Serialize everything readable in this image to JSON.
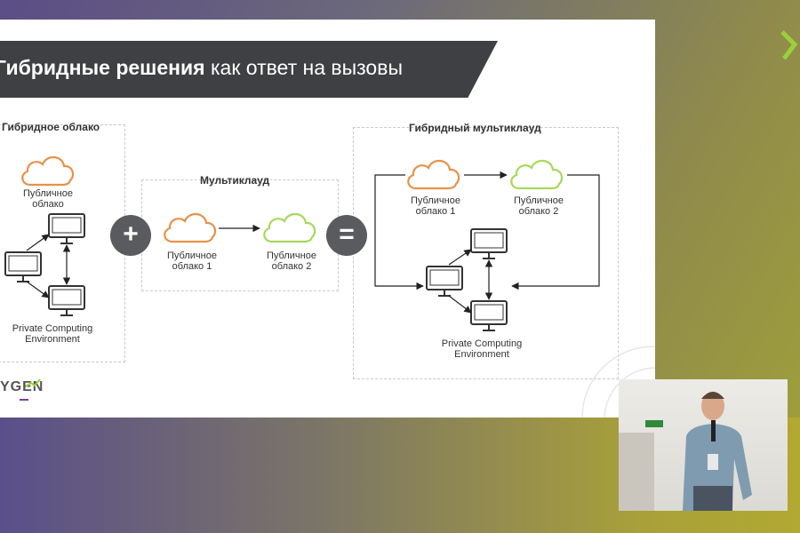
{
  "slide": {
    "title_bold": "Гибридные решения",
    "title_rest": " как ответ на вызовы",
    "logo_text": "YGEN"
  },
  "hybrid_cloud": {
    "title": "Гибридное облако",
    "cloud_label_1": "Публичное",
    "cloud_label_2": "облако",
    "env_label_1": "Private Computing",
    "env_label_2": "Environment"
  },
  "operators": {
    "plus": "+",
    "equals": "="
  },
  "multicloud": {
    "title": "Мультиклауд",
    "cloud1_label_1": "Публичное",
    "cloud1_label_2": "облако 1",
    "cloud2_label_1": "Публичное",
    "cloud2_label_2": "облако 2"
  },
  "hybrid_multicloud": {
    "title": "Гибридный мультиклауд",
    "cloud1_label_1": "Публичное",
    "cloud1_label_2": "облако 1",
    "cloud2_label_1": "Публичное",
    "cloud2_label_2": "облако 2",
    "env_label_1": "Private Computing",
    "env_label_2": "Environment"
  },
  "colors": {
    "orange_cloud": "#e8914a",
    "green_cloud": "#a6d95a",
    "dark": "#3f4043",
    "accent_green": "#9bd03a"
  },
  "icons": [
    "cloud-icon",
    "monitor-icon",
    "plus-icon",
    "equals-icon",
    "brand-chevron-icon"
  ]
}
